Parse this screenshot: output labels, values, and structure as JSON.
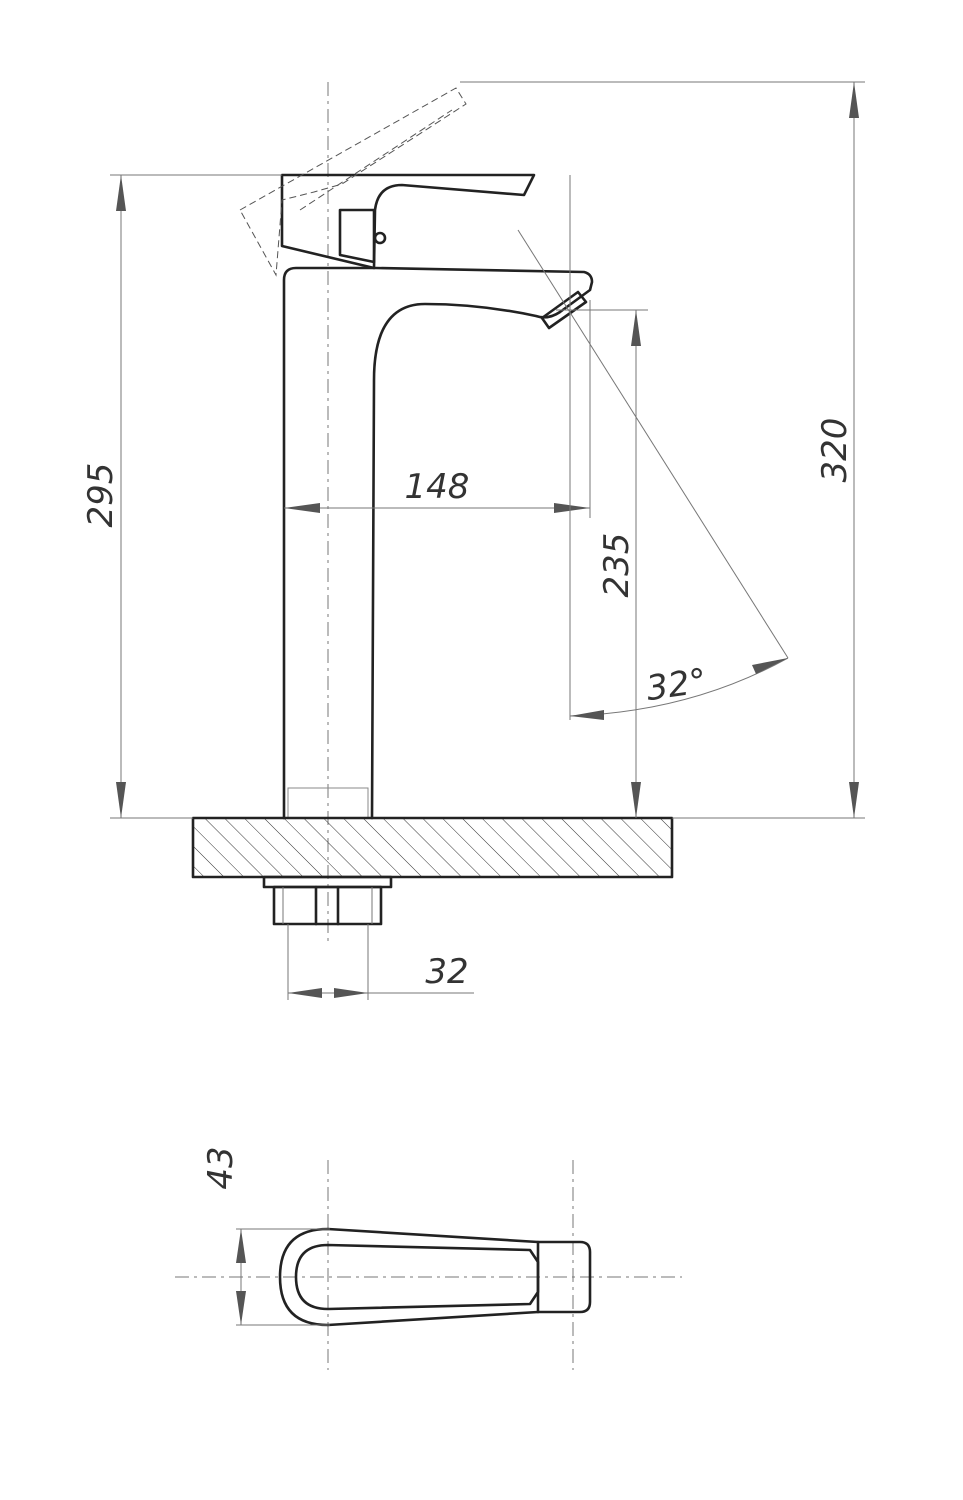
{
  "dimensions": {
    "height_total": "320",
    "height_body": "295",
    "spout_reach": "148",
    "spout_height": "235",
    "handle_angle": "32°",
    "base_diameter": "32",
    "top_view_width": "43"
  }
}
